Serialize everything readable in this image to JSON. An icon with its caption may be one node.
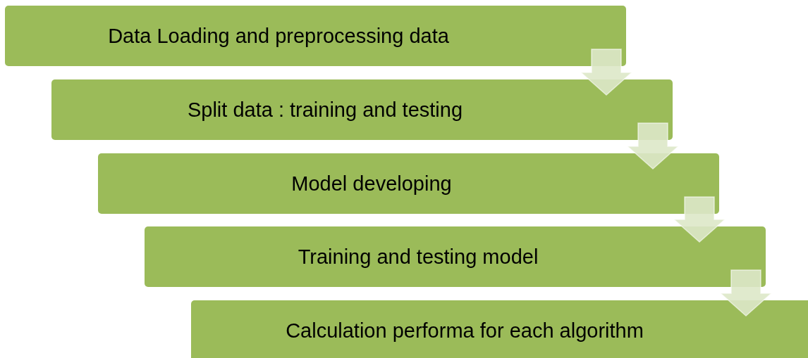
{
  "diagram": {
    "nodes": [
      {
        "text": [
          "Data Loading and preprocessing data"
        ]
      },
      {
        "text": [
          "Split data : training and testing"
        ]
      },
      {
        "text": [
          "Model developing"
        ]
      },
      {
        "text": [
          "Training and testing model"
        ]
      },
      {
        "text": [
          "Calculation performa for each algorithm"
        ]
      }
    ],
    "edges": [
      {
        "from": 0,
        "to": 1,
        "arrow": "to"
      },
      {
        "from": 1,
        "to": 2,
        "arrow": "to"
      },
      {
        "from": 2,
        "to": 3,
        "arrow": "to"
      },
      {
        "from": 3,
        "to": 4,
        "arrow": "to"
      }
    ]
  }
}
